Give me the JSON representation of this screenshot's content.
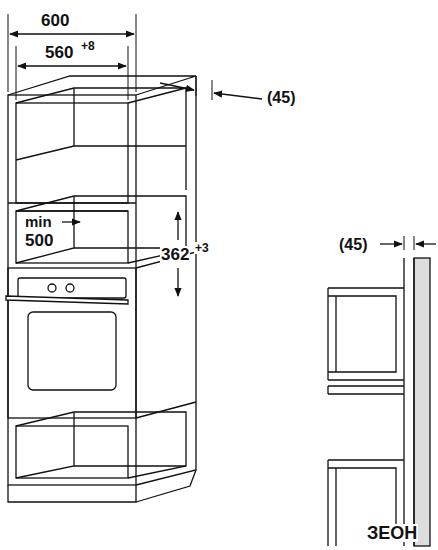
{
  "diagram": {
    "labels": [
      "600",
      "560",
      "+8",
      "(45)",
      "min",
      "500",
      "362",
      "+3",
      "(45)",
      "ЗЕОН"
    ]
  }
}
